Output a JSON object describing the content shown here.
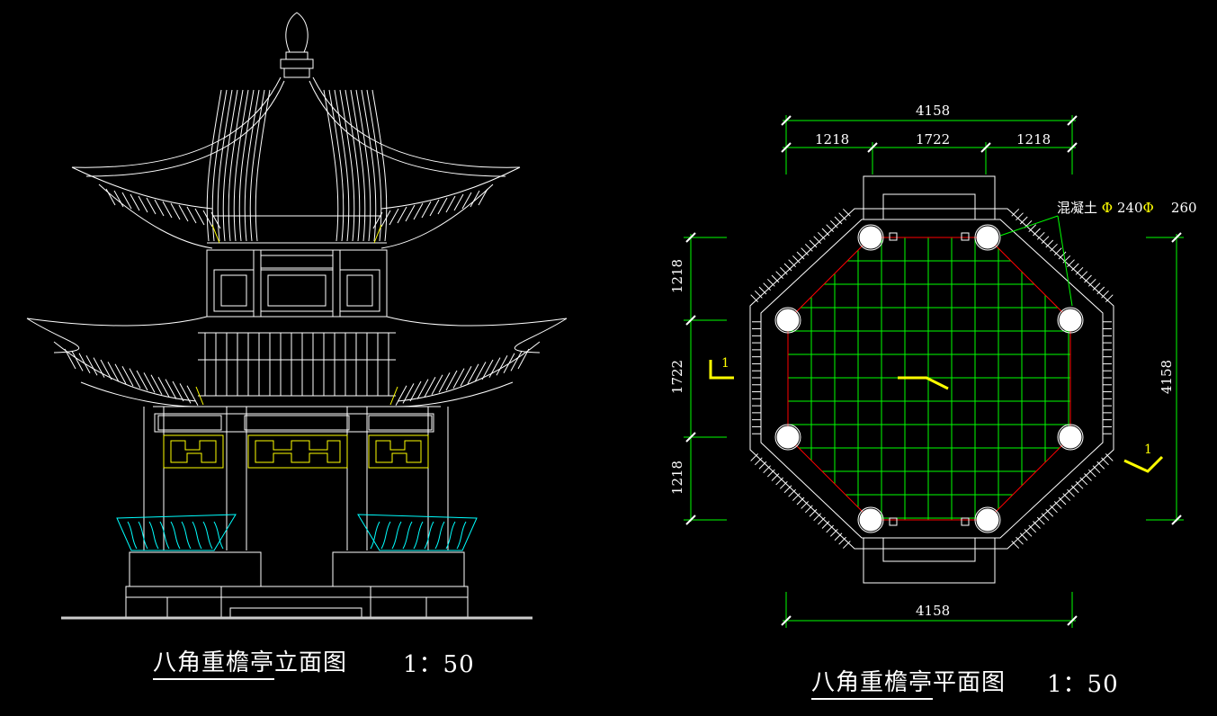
{
  "elevation": {
    "title": "八角重檐亭",
    "title_suffix": "立面图",
    "scale": "1：50"
  },
  "plan": {
    "title": "八角重檐亭",
    "title_suffix": "平面图",
    "scale": "1：50",
    "note_material": "混凝土",
    "note_phi": "Φ",
    "note_d1": "240",
    "note_d2": "260",
    "dim_total_top": "4158",
    "dim_top_left": "1218",
    "dim_top_mid": "1722",
    "dim_top_right": "1218",
    "dim_left_top": "1218",
    "dim_left_mid": "1722",
    "dim_left_bottom": "1218",
    "dim_right_total": "4158",
    "dim_bottom_total": "4158",
    "section_mark": "1"
  },
  "colors": {
    "background": "#000000",
    "line": "#ffffff",
    "dimension": "#00ff00",
    "accent": "#ffff00",
    "column_outline": "#ff0000",
    "balustrade": "#00ffff"
  }
}
